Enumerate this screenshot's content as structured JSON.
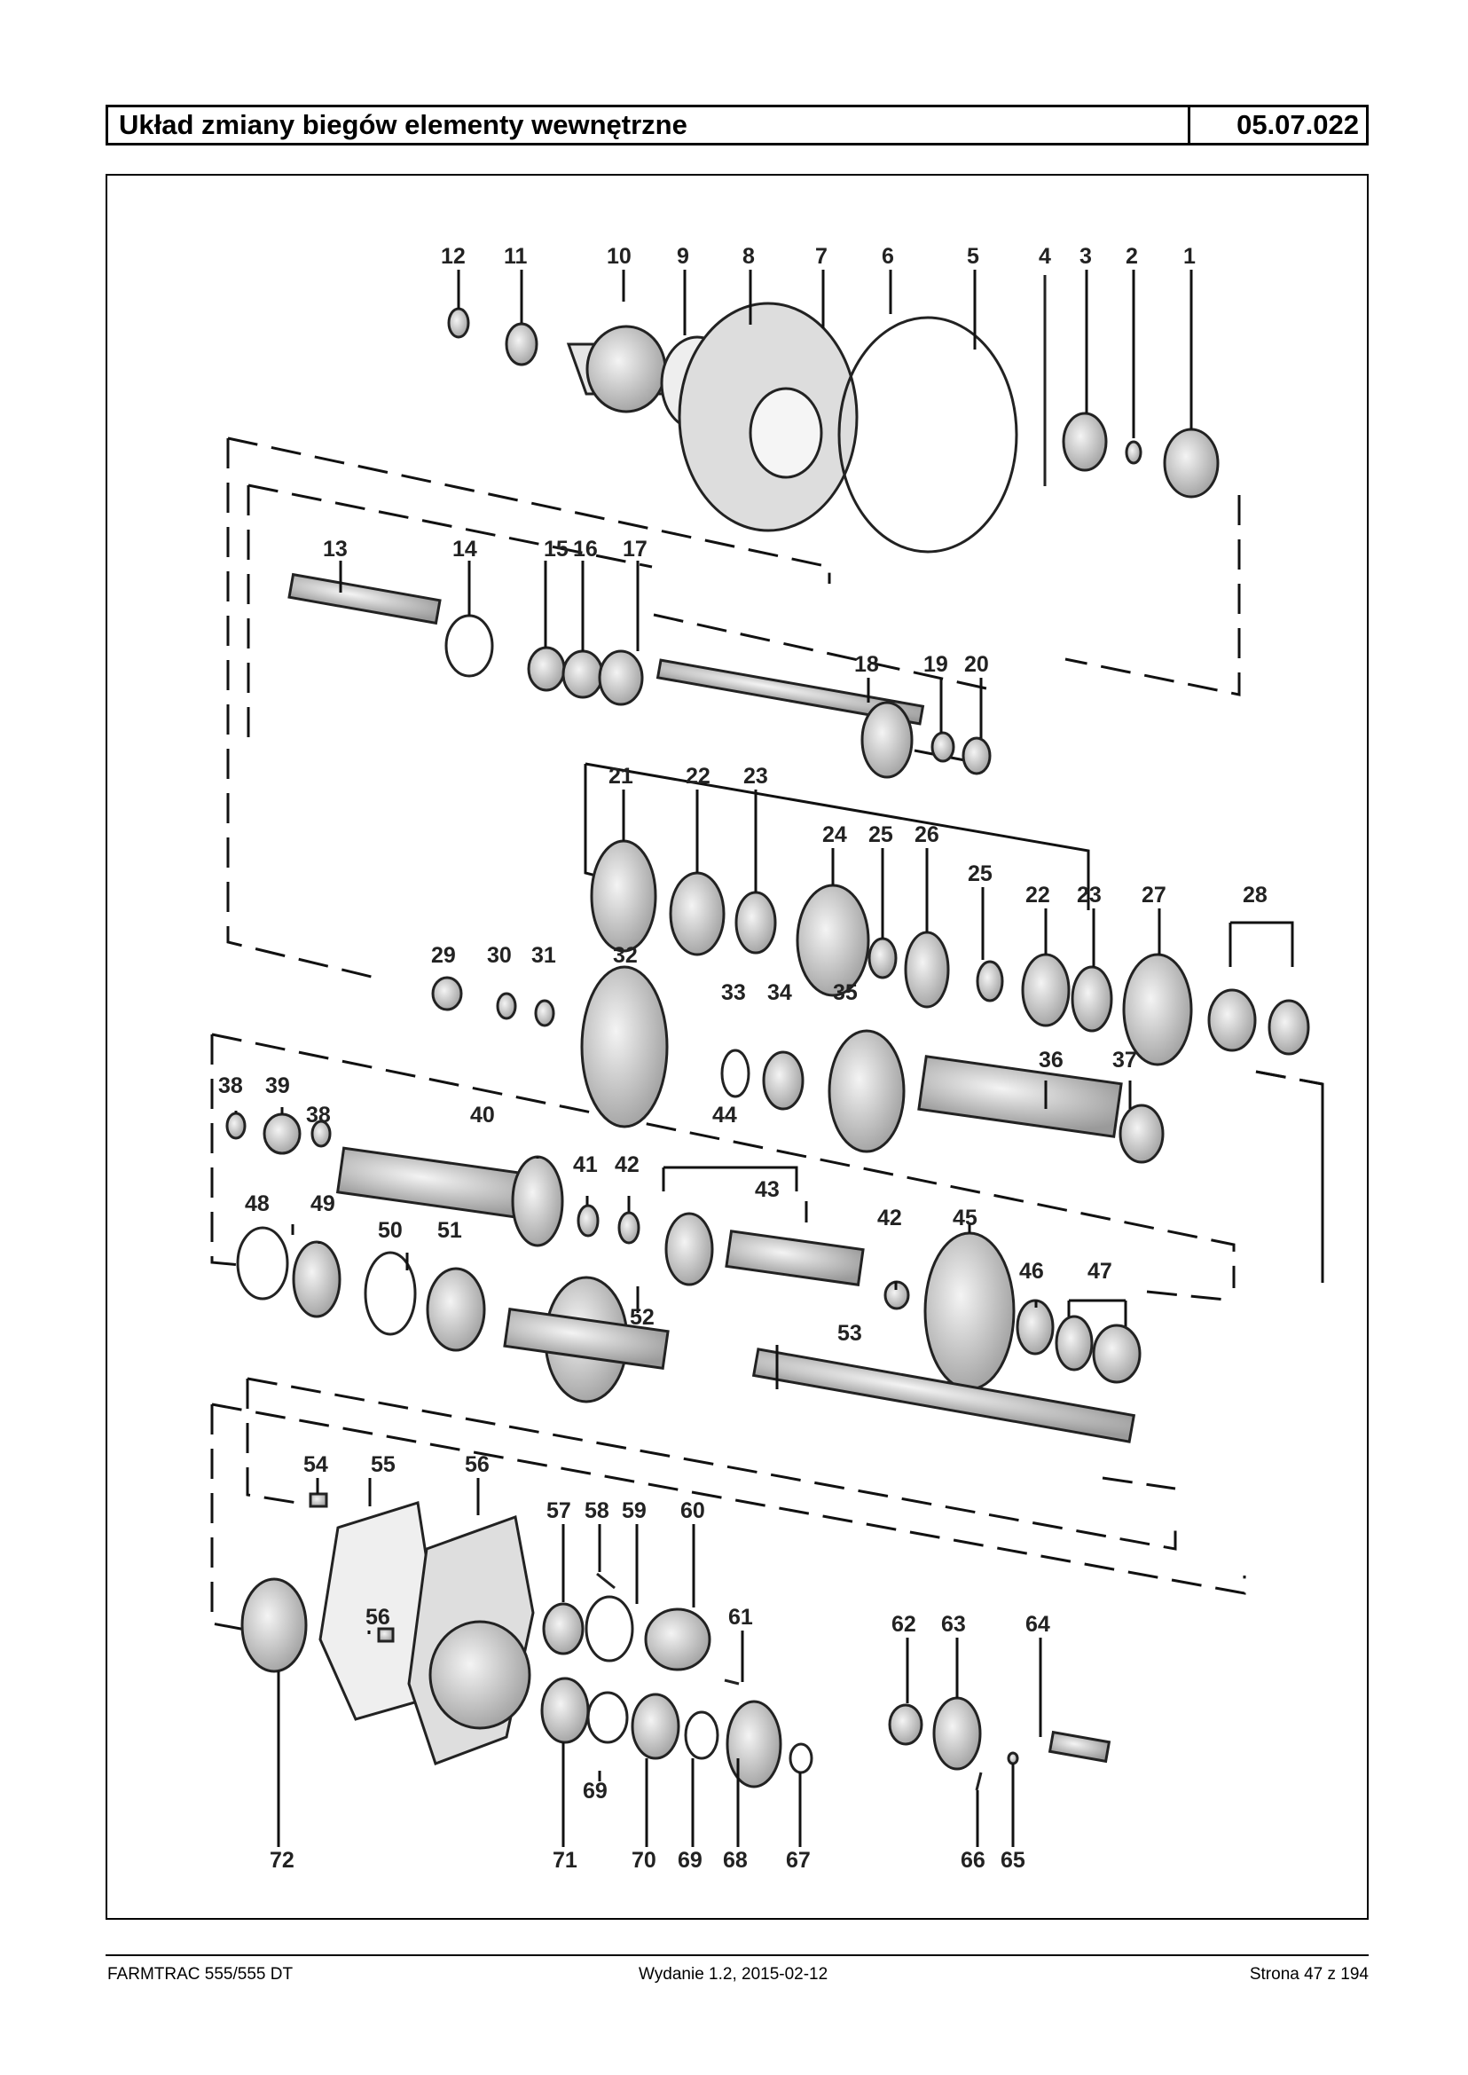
{
  "header": {
    "title": "Układ zmiany biegów elementy wewnętrzne",
    "code": "05.07.022"
  },
  "footer": {
    "model": "FARMTRAC 555/555 DT",
    "edition": "Wydanie 1.2,  2015-02-12",
    "page": "Strona 47 z 194"
  },
  "callouts": [
    "12",
    "11",
    "10",
    "9",
    "8",
    "7",
    "6",
    "5",
    "4",
    "3",
    "2",
    "1",
    "13",
    "14",
    "15",
    "16",
    "17",
    "18",
    "19",
    "20",
    "21",
    "22",
    "23",
    "24",
    "25",
    "26",
    "25",
    "22",
    "23",
    "27",
    "28",
    "29",
    "30",
    "31",
    "32",
    "33",
    "34",
    "35",
    "36",
    "37",
    "38",
    "39",
    "38",
    "40",
    "41",
    "42",
    "44",
    "43",
    "42",
    "45",
    "46",
    "47",
    "48",
    "49",
    "50",
    "51",
    "52",
    "53",
    "54",
    "55",
    "56",
    "57",
    "58",
    "59",
    "60",
    "56",
    "61",
    "62",
    "63",
    "64",
    "69",
    "72",
    "71",
    "70",
    "69",
    "68",
    "67",
    "66",
    "65"
  ]
}
